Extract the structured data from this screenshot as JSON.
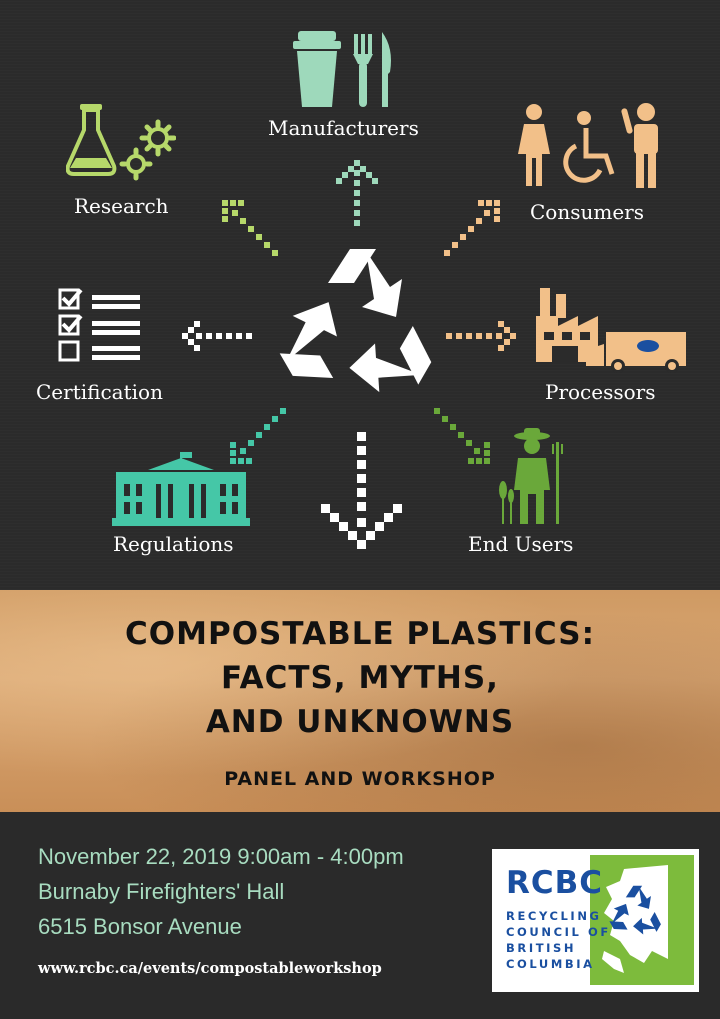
{
  "diagram": {
    "nodes": {
      "manufacturers": "Manufacturers",
      "research": "Research",
      "consumers": "Consumers",
      "certification": "Certification",
      "processors": "Processors",
      "regulations": "Regulations",
      "end_users": "End Users"
    }
  },
  "banner": {
    "line1": "COMPOSTABLE PLASTICS:",
    "line2": "FACTS, MYTHS,",
    "line3": "AND UNKNOWNS",
    "subtitle": "PANEL AND WORKSHOP"
  },
  "event": {
    "datetime": "November 22, 2019 9:00am - 4:00pm",
    "venue": "Burnaby Firefighters' Hall",
    "address": "6515 Bonsor Avenue",
    "url": "www.rcbc.ca/events/compostableworkshop"
  },
  "logo": {
    "acronym": "RCBC",
    "line1": "RECYCLING",
    "line2": "COUNCIL OF",
    "line3": "BRITISH",
    "line4": "COLUMBIA"
  },
  "colors": {
    "mint": "#9ed9bb",
    "green": "#b6d86a",
    "peach": "#f2c089",
    "teal": "#45c7a7",
    "leaf": "#6aa83a",
    "rcbc_blue": "#1a4fa0",
    "rcbc_green": "#7dbb3c"
  }
}
